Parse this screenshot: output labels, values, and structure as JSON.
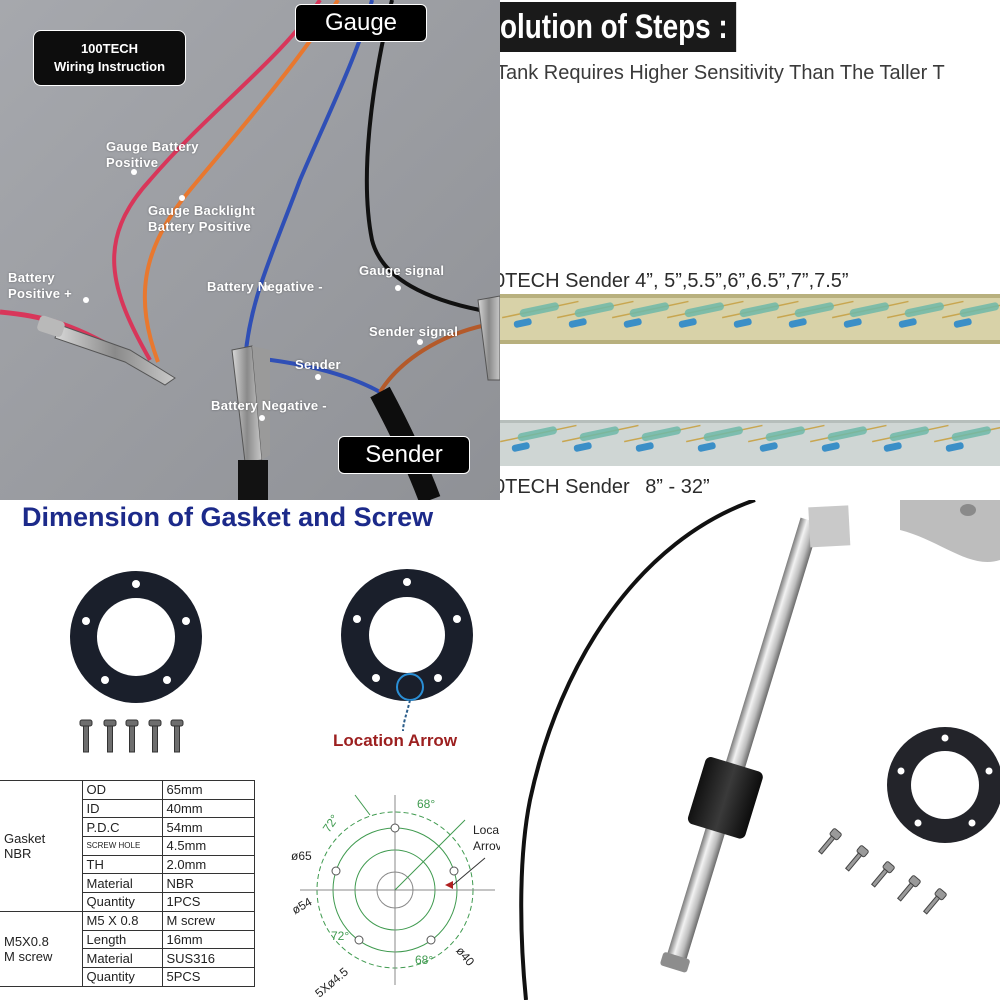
{
  "wiring": {
    "brand_box": {
      "line1": "100TECH",
      "line2": "Wiring Instruction"
    },
    "gauge_tag": "Gauge",
    "sender_tag": "Sender",
    "labels": {
      "gauge_batt_pos_1": "Gauge Battery",
      "gauge_batt_pos_2": "Positive",
      "backlight_1": "Gauge Backlight",
      "backlight_2": "Battery Positive",
      "battery_pos_1": "Battery",
      "battery_pos_2": "Positive +",
      "gauge_signal": "Gauge signal",
      "battery_neg_top": "Battery Negative -",
      "sender_signal": "Sender signal",
      "sender": "Sender",
      "battery_neg_bottom": "Battery Negative -"
    },
    "colors": {
      "red_wire": "#d8365a",
      "orange_wire": "#e8782f",
      "blue_wire": "#2f4fb6",
      "black_wire": "#111111",
      "background": "#9c9ea3"
    }
  },
  "steps": {
    "title": "olution of Steps :",
    "subtitle": "Tank Requires Higher Sensitivity Than The Taller T",
    "sender_a": "0TECH Sender 4”, 5”,5.5”,6”,6.5”,7”,7.5”",
    "sender_b_name": "0TECH Sender",
    "sender_b_size": "8” - 32”"
  },
  "gasket": {
    "title": "Dimension of Gasket and Screw",
    "location_arrow": "Location Arrow",
    "table": {
      "gasket_group": [
        "Gasket",
        "NBR"
      ],
      "screw_group": [
        "M5X0.8",
        "M screw"
      ],
      "gasket_rows": [
        {
          "k": "OD",
          "v": "65mm"
        },
        {
          "k": "ID",
          "v": "40mm"
        },
        {
          "k": "P.D.C",
          "v": "54mm"
        },
        {
          "k": "SCREW HOLE",
          "v": "4.5mm"
        },
        {
          "k": "TH",
          "v": "2.0mm"
        },
        {
          "k": "Material",
          "v": "NBR"
        },
        {
          "k": "Quantity",
          "v": "1PCS"
        }
      ],
      "screw_rows": [
        {
          "k": "M5 X 0.8",
          "v": "M screw"
        },
        {
          "k": "Length",
          "v": "16mm"
        },
        {
          "k": "Material",
          "v": "SUS316"
        },
        {
          "k": "Quantity",
          "v": "5PCS"
        }
      ]
    },
    "drawing": {
      "angle_top": "68°",
      "angle_left_top": "72°",
      "angle_left_bottom": "72°",
      "angle_bottom": "68°",
      "od": "ø65",
      "pdc": "ø54",
      "id": "ø40",
      "holes": "5Xø4.5",
      "loc_1": "Loca",
      "loc_2": "Arrov"
    },
    "colors": {
      "title": "#1c2a8a",
      "arrow_label": "#9c1f1f",
      "drawing_green": "#3f9a4f"
    }
  }
}
